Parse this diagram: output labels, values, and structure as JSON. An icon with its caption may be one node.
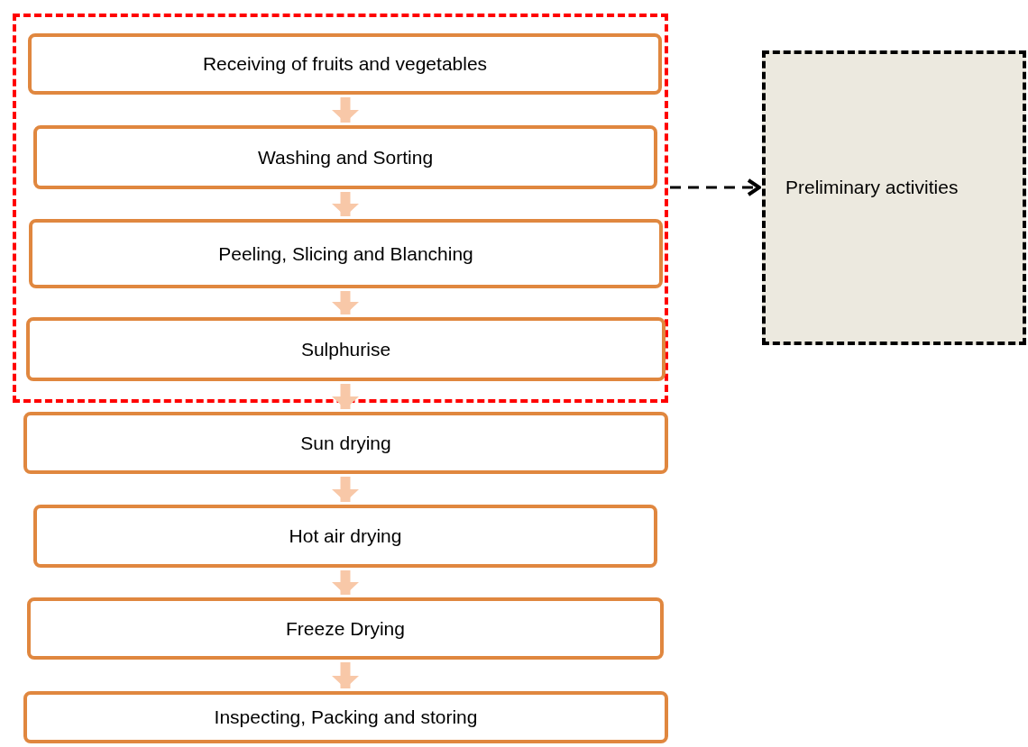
{
  "diagram": {
    "nodes": [
      {
        "text": [],
        "shape": "box"
      },
      {
        "text": [
          "Receiving of fruits and vegetables"
        ],
        "in": 0
      },
      {
        "text": [
          "Washing and Sorting"
        ],
        "in": 0
      },
      {
        "text": [
          "Peeling, Slicing and Blanching"
        ],
        "in": 0
      },
      {
        "text": [
          "Sulphurise"
        ],
        "in": 0
      },
      {
        "text": [
          "Sun drying"
        ]
      },
      {
        "text": [
          "Hot air drying"
        ]
      },
      {
        "text": [
          "Freeze Drying"
        ]
      },
      {
        "text": [
          "Inspecting, Packing and storing"
        ]
      },
      {
        "text": [
          "Preliminary activities"
        ]
      }
    ],
    "edges": [
      {
        "from": 1,
        "to": 2,
        "arrow": "to"
      },
      {
        "from": 2,
        "to": 3,
        "arrow": "to"
      },
      {
        "from": 3,
        "to": 4,
        "arrow": "to"
      },
      {
        "from": 4,
        "to": 5,
        "arrow": "to"
      },
      {
        "from": 5,
        "to": 6,
        "arrow": "to"
      },
      {
        "from": 6,
        "to": 7,
        "arrow": "to"
      },
      {
        "from": 7,
        "to": 8,
        "arrow": "to"
      },
      {
        "from": 0,
        "to": 9,
        "arrow": "to",
        "style": "dashed",
        "color": "#000000"
      }
    ]
  }
}
